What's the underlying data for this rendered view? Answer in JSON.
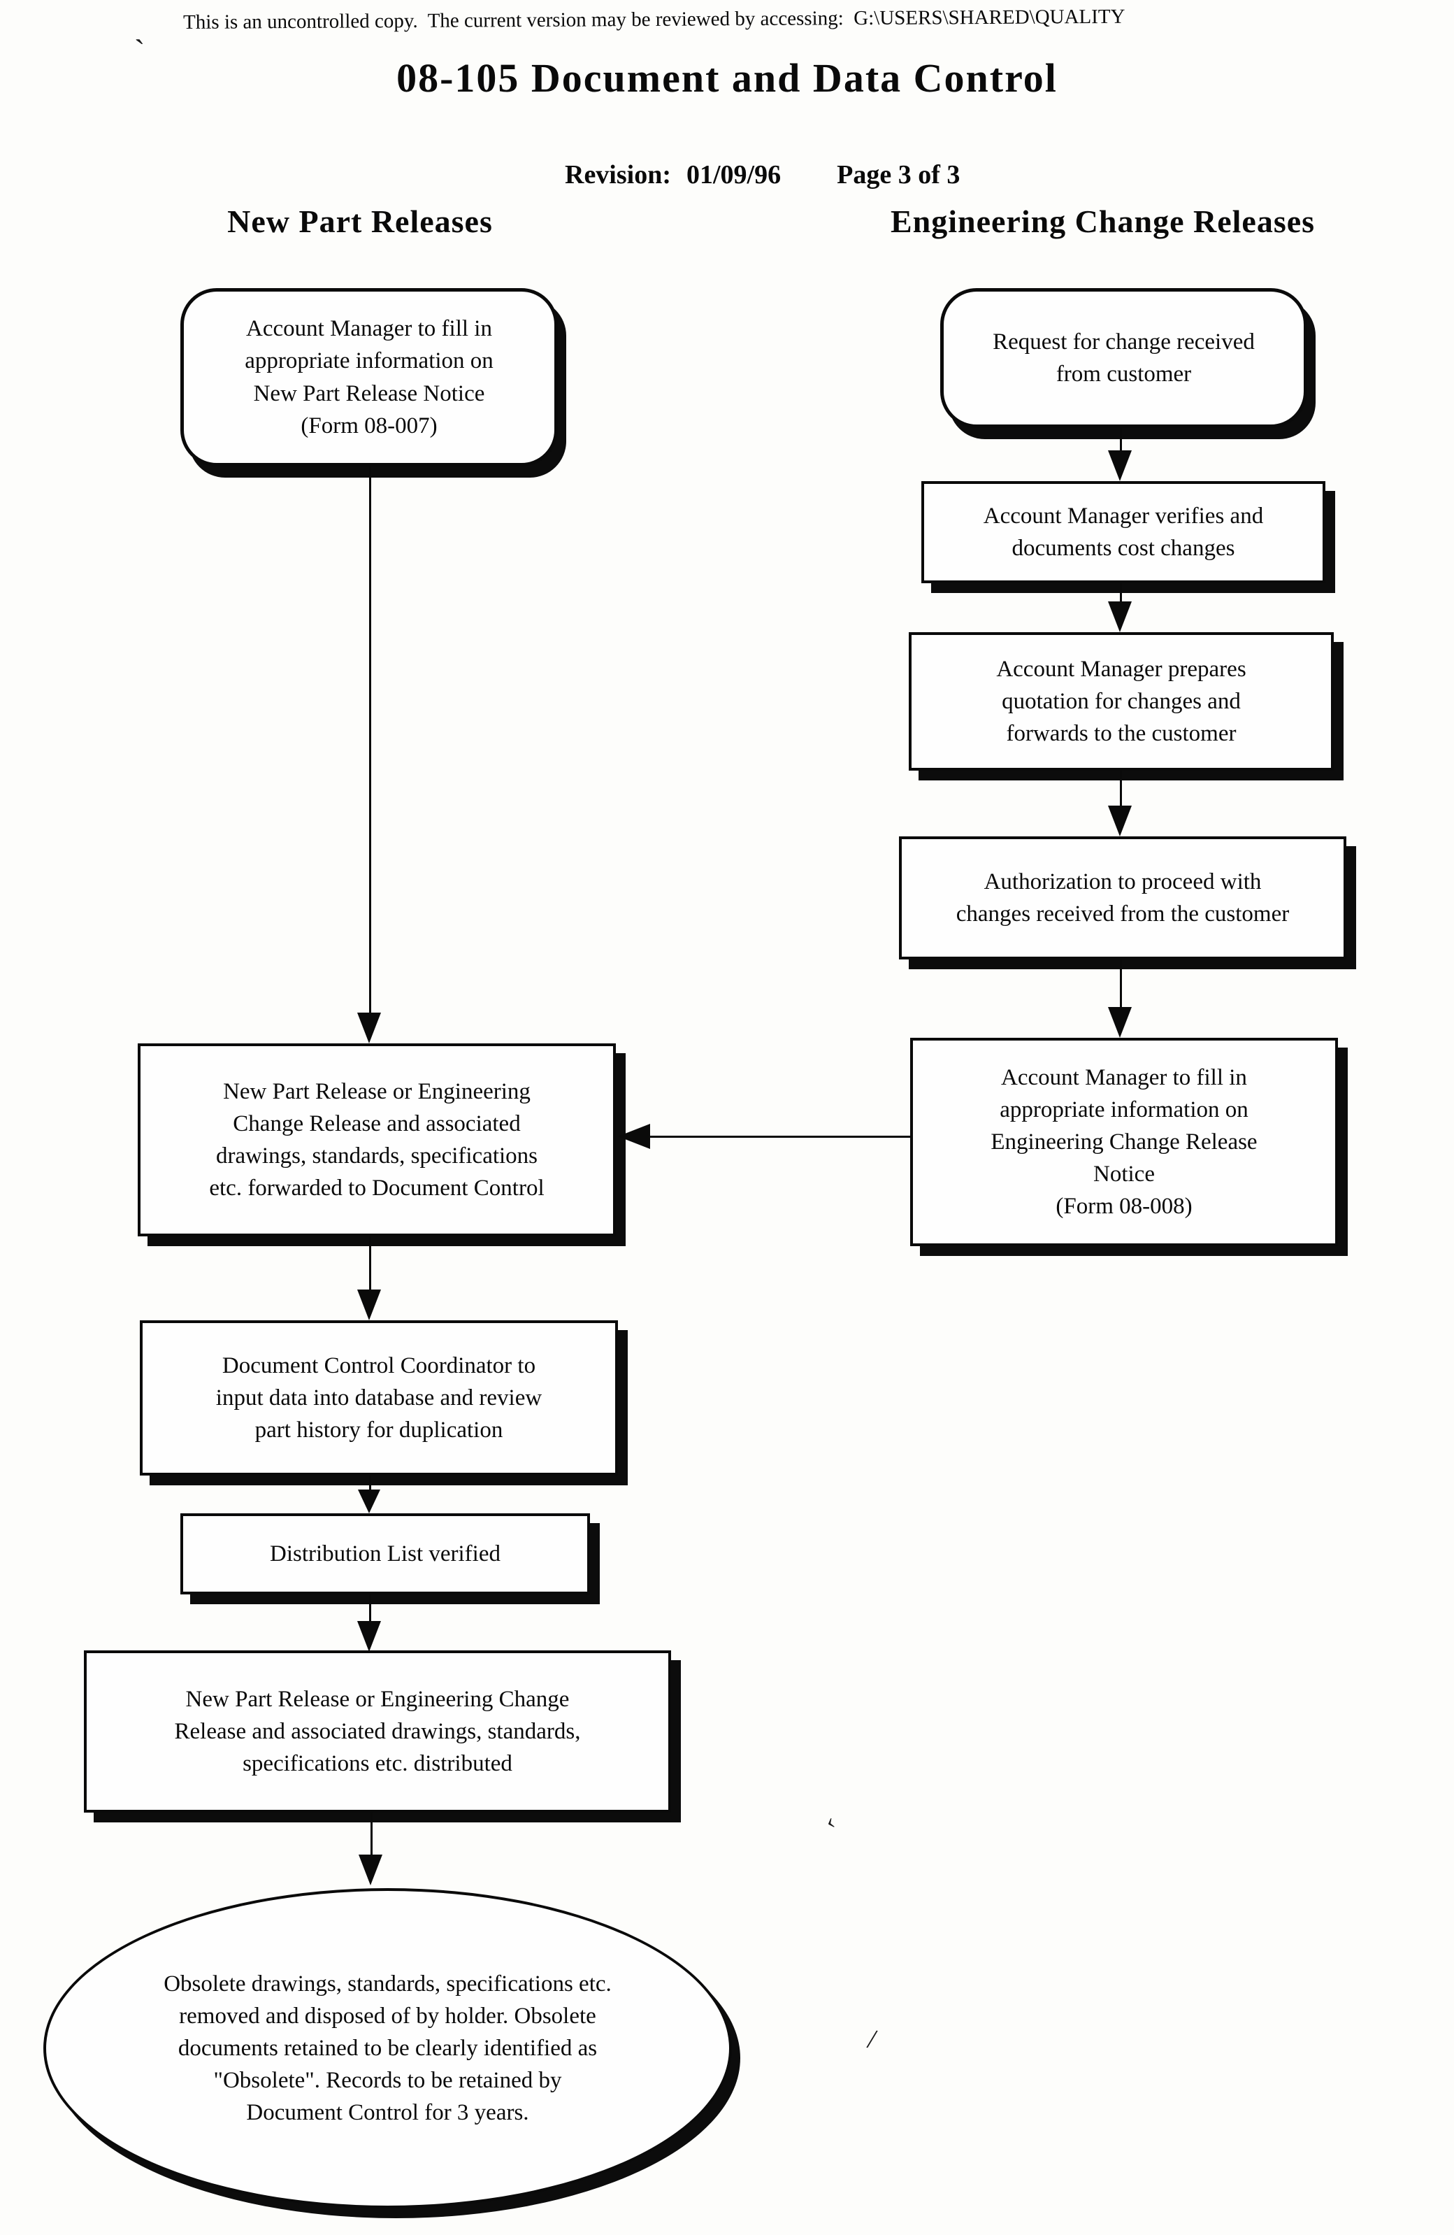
{
  "page": {
    "notice": "This is an uncontrolled copy.  The current version may be reviewed by accessing:  G:\\USERS\\SHARED\\QUALITY",
    "title": "08-105 Document and Data Control",
    "revision_label": "Revision:",
    "revision_value": "01/09/96",
    "page_info": "Page 3 of 3"
  },
  "flow": {
    "left": {
      "header": "New Part Releases",
      "steps": [
        {
          "id": "l1",
          "shape": "rounded",
          "text": "Account Manager to fill in\nappropriate information on\nNew Part Release Notice\n(Form 08-007)"
        },
        {
          "id": "l2",
          "shape": "rect",
          "text": "New Part Release or Engineering\nChange Release and associated\ndrawings, standards, specifications\netc. forwarded to Document Control"
        },
        {
          "id": "l3",
          "shape": "rect",
          "text": "Document Control Coordinator to\ninput data into database and review\npart history for duplication"
        },
        {
          "id": "l4",
          "shape": "rect",
          "text": "Distribution List verified"
        },
        {
          "id": "l5",
          "shape": "rect",
          "text": "New Part Release or Engineering Change\nRelease and associated drawings, standards,\nspecifications etc. distributed"
        },
        {
          "id": "l6",
          "shape": "ellipse",
          "text": "Obsolete drawings, standards, specifications etc.\nremoved and disposed of by holder.  Obsolete\ndocuments retained to be clearly identified as\n\"Obsolete\".  Records to be retained by\nDocument Control for 3 years."
        }
      ]
    },
    "right": {
      "header": "Engineering Change Releases",
      "steps": [
        {
          "id": "r1",
          "shape": "rounded",
          "text": "Request for change received\nfrom customer"
        },
        {
          "id": "r2",
          "shape": "rect",
          "text": "Account Manager verifies and\ndocuments cost changes"
        },
        {
          "id": "r3",
          "shape": "rect",
          "text": "Account Manager prepares\nquotation for changes and\nforwards to the customer"
        },
        {
          "id": "r4",
          "shape": "rect",
          "text": "Authorization to proceed with\nchanges received from the customer"
        },
        {
          "id": "r5",
          "shape": "rect",
          "text": "Account Manager to fill in\nappropriate information on\nEngineering Change Release\nNotice\n(Form 08-008)"
        }
      ]
    }
  },
  "artifacts": {
    "mark_top_left": "`",
    "mark_mid_right": "‹",
    "mark_lower_right": "/"
  },
  "colors": {
    "ink": "#0a0a0a",
    "paper": "#fdfdfb"
  }
}
